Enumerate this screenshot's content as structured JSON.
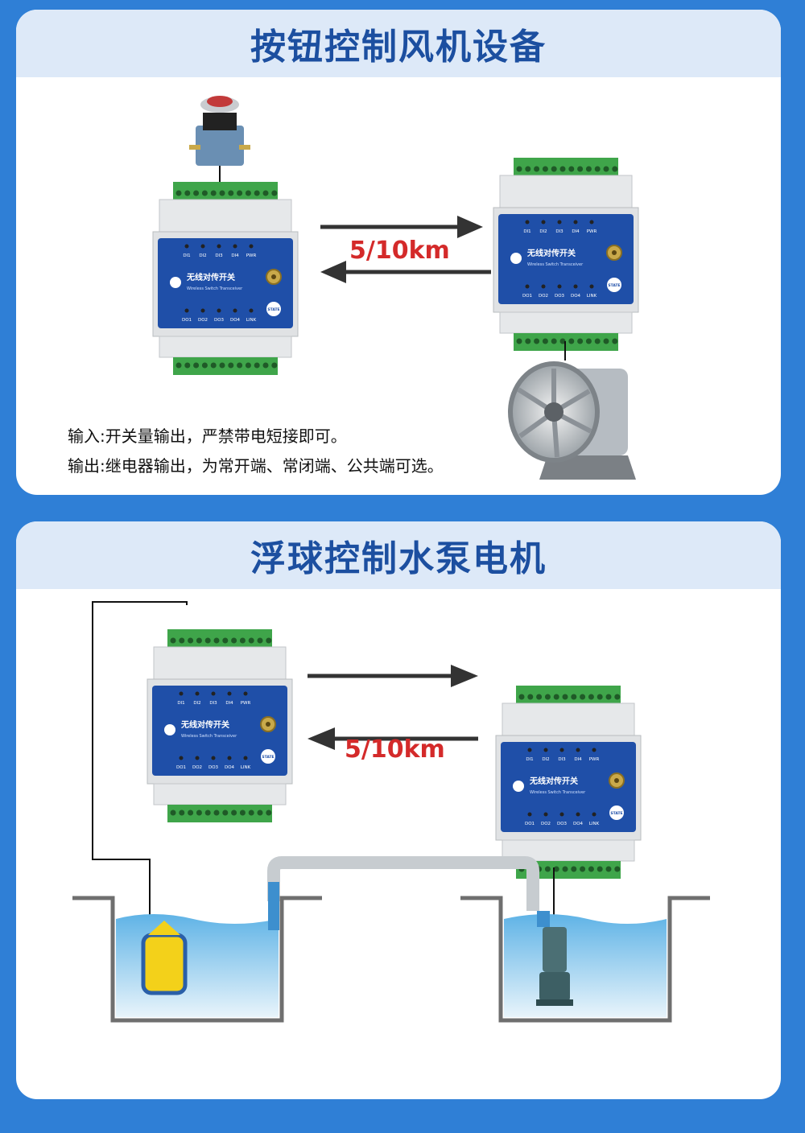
{
  "section1": {
    "title": "按钮控制风机设备",
    "distance": "5/10km",
    "notes": [
      "输入:开关量输出，严禁带电短接即可。",
      "输出:继电器输出，为常开端、常闭端、公共端可选。"
    ]
  },
  "section2": {
    "title": "浮球控制水泵电机",
    "distance": "5/10km"
  },
  "device": {
    "name_cn": "无线对传开关",
    "name_en": "Wireless Switch Transceiver",
    "inputs": [
      "DI1",
      "DI2",
      "DI3",
      "DI4",
      "PWR"
    ],
    "outputs": [
      "DO1",
      "DO2",
      "DO3",
      "DO4",
      "LINK"
    ],
    "state_button": "STATE"
  },
  "colors": {
    "background": "#2f7fd6",
    "header": "#dde9f8",
    "title": "#1c4fa0",
    "distance": "#d42a2a",
    "device_face": "#1f4fa8",
    "terminal": "#3fa54a",
    "water": "#7fc8f0"
  },
  "icons": {
    "push_button": "emergency-button-icon",
    "fan": "axial-fan-icon",
    "float_switch": "float-switch-icon",
    "pump": "water-pump-icon",
    "antenna": "antenna-connector-icon"
  }
}
